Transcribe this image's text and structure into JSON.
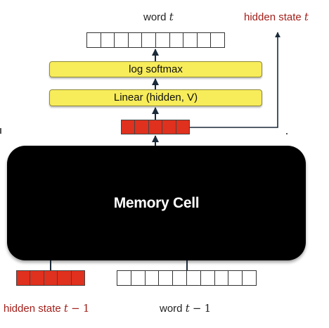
{
  "top": {
    "word_label": {
      "text": "word",
      "var": "t"
    },
    "hidden_label": {
      "text": "hidden state",
      "var": "t"
    }
  },
  "layers": {
    "log_softmax": "log softmax",
    "linear": "Linear (hidden, V)"
  },
  "memory_cell": {
    "label": "Memory Cell"
  },
  "bottom": {
    "hidden_label": {
      "text": "hidden state",
      "var": "t",
      "op": "−",
      "num": "1"
    },
    "word_label": {
      "text": "word",
      "var": "t",
      "op": "−",
      "num": "1"
    }
  },
  "vectors": {
    "output_word_cells": 10,
    "hidden_out_cells": 5,
    "hidden_in_cells": 5,
    "word_in_cells": 10
  },
  "colors": {
    "hidden_vector": "#e0301e",
    "layer_box": "#f7ec5a",
    "memory_cell": "#000000",
    "hidden_label": "#a3201b"
  }
}
